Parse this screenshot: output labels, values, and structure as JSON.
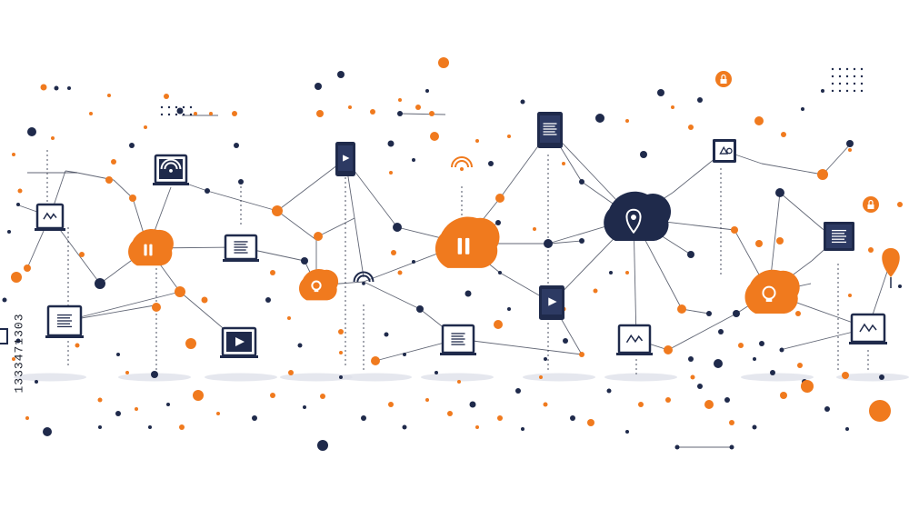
{
  "watermark_id": "1333471303",
  "colors": {
    "navy": "#1f2a4b",
    "orange": "#f07a1e",
    "line": "#2d3447",
    "shadow": "#dfe1ea",
    "background": "#ffffff"
  },
  "nodes": [
    {
      "id": "cloud-left",
      "kind": "cloud",
      "color": "orange",
      "icon": "pause-icon"
    },
    {
      "id": "cloud-small",
      "kind": "cloud",
      "color": "orange",
      "icon": "lightbulb-icon"
    },
    {
      "id": "cloud-center",
      "kind": "cloud",
      "color": "orange",
      "icon": "pause-icon"
    },
    {
      "id": "cloud-navy",
      "kind": "cloud",
      "color": "navy",
      "icon": "location-pin-icon"
    },
    {
      "id": "cloud-right",
      "kind": "cloud",
      "color": "orange",
      "icon": "lightbulb-icon"
    },
    {
      "id": "monitor-chart-left",
      "kind": "monitor",
      "icon": "line-chart-icon"
    },
    {
      "id": "monitor-wifi",
      "kind": "monitor",
      "icon": "wifi-icon"
    },
    {
      "id": "monitor-list-mid",
      "kind": "monitor",
      "icon": "list-icon"
    },
    {
      "id": "monitor-list-left",
      "kind": "monitor",
      "icon": "list-icon"
    },
    {
      "id": "monitor-play",
      "kind": "monitor",
      "icon": "play-icon"
    },
    {
      "id": "monitor-list-center",
      "kind": "monitor",
      "icon": "list-icon"
    },
    {
      "id": "monitor-chart-center",
      "kind": "monitor",
      "icon": "line-chart-icon"
    },
    {
      "id": "monitor-chart-right",
      "kind": "monitor",
      "icon": "line-chart-icon"
    },
    {
      "id": "tablet-top",
      "kind": "tablet",
      "icon": "play-icon"
    },
    {
      "id": "tablet-center",
      "kind": "tablet",
      "icon": "play-icon"
    },
    {
      "id": "server-top",
      "kind": "server",
      "icon": "server-rack-icon"
    },
    {
      "id": "panel-right",
      "kind": "panel",
      "icon": "document-icon"
    },
    {
      "id": "alert-box",
      "kind": "panel",
      "icon": "warning-icon"
    },
    {
      "id": "wifi-top",
      "kind": "signal",
      "icon": "wifi-icon"
    },
    {
      "id": "wifi-mid",
      "kind": "signal",
      "icon": "wifi-icon"
    },
    {
      "id": "pin-right",
      "kind": "pin",
      "icon": "map-pin-icon"
    },
    {
      "id": "lock-badge-top",
      "kind": "badge",
      "icon": "lock-icon"
    },
    {
      "id": "lock-badge-right",
      "kind": "badge",
      "icon": "lock-icon"
    }
  ]
}
